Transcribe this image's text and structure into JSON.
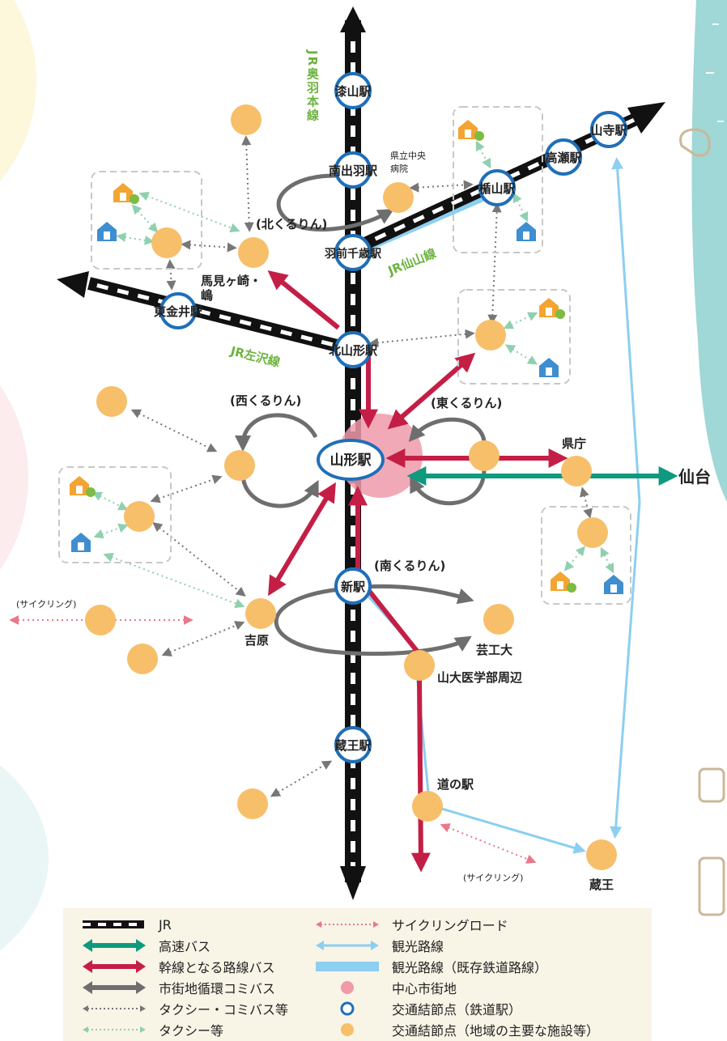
{
  "stations": {
    "urushiyama": "漆山駅",
    "minamidewa": "南出羽駅",
    "hazenchitose": "羽前千歳駅",
    "kitayamagata": "北山形駅",
    "yamagata": "山形駅",
    "shin": "新駅",
    "zao": "蔵王駅",
    "tateyama": "楯山駅",
    "takase": "高瀬駅",
    "yamadera": "山寺駅",
    "higashikanai": "東金井駅"
  },
  "places": {
    "kenritsu": "県立中央\n病院",
    "mamigasaki": "馬見ヶ崎・\n嶋",
    "kencho": "県庁",
    "sendai": "仙台",
    "yoshiwara": "吉原",
    "geikoudai": "芸工大",
    "yamadai": "山大医学部周辺",
    "michinoeki": "道の駅",
    "zao_place": "蔵王"
  },
  "loops": {
    "north": "(北くるりん)",
    "west": "(西くるりん)",
    "east": "(東くるりん)",
    "south": "(南くるりん)"
  },
  "lines": {
    "ouu": "JR奥羽本線",
    "senzan": "JR仙山線",
    "sasazawa": "JR左沢線"
  },
  "cycling_left": "(サイクリング)",
  "cycling_bottom": "(サイクリング)",
  "legend": [
    {
      "symbol": "jr",
      "label": "JR"
    },
    {
      "symbol": "express-bus",
      "label": "高速バス"
    },
    {
      "symbol": "trunk-bus",
      "label": "幹線となる路線バス"
    },
    {
      "symbol": "community-bus",
      "label": "市街地循環コミバス"
    },
    {
      "symbol": "taxi-combus",
      "label": "タクシー・コミバス等"
    },
    {
      "symbol": "taxi",
      "label": "タクシー等"
    },
    {
      "symbol": "cycling-road",
      "label": "サイクリングロード"
    },
    {
      "symbol": "tourist-route",
      "label": "観光路線"
    },
    {
      "symbol": "tourist-rail",
      "label": "観光路線（既存鉄道路線）"
    },
    {
      "symbol": "city-center",
      "label": "中心市街地"
    },
    {
      "symbol": "rail-node",
      "label": "交通結節点（鉄道駅）"
    },
    {
      "symbol": "facility-node",
      "label": "交通結節点（地域の主要な施設等）"
    }
  ],
  "colors": {
    "jr": "#111111",
    "express_bus": "#0e9a7e",
    "trunk_bus": "#c41e46",
    "community_bus": "#6e6e6e",
    "taxi_combus": "#777777",
    "taxi": "#8fd0b0",
    "cycling": "#e8798a",
    "tourist": "#8ccff0",
    "center": "#f09aaa",
    "station": "#1f6fb8",
    "facility": "#f7bf6a",
    "line_label": "#6db33f"
  }
}
